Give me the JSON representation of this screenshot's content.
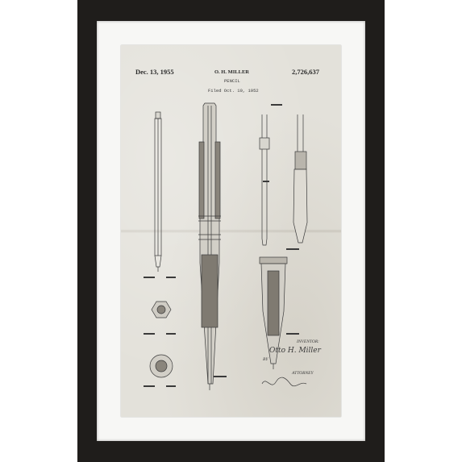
{
  "patent": {
    "date": "Dec. 13, 1955",
    "inventor_header": "O. H. MILLER",
    "number": "2,726,637",
    "title": "PENCIL",
    "filed": "Filed Oct. 10, 1952",
    "inventor_label": "INVENTOR:",
    "inventor_name": "Otto H. Miller",
    "by": "BY",
    "attorney": "ATTORNEY"
  },
  "colors": {
    "frame": "#1f1d1b",
    "mat": "#f7f7f5",
    "paper": "#e3e1da",
    "ink": "#333333"
  }
}
